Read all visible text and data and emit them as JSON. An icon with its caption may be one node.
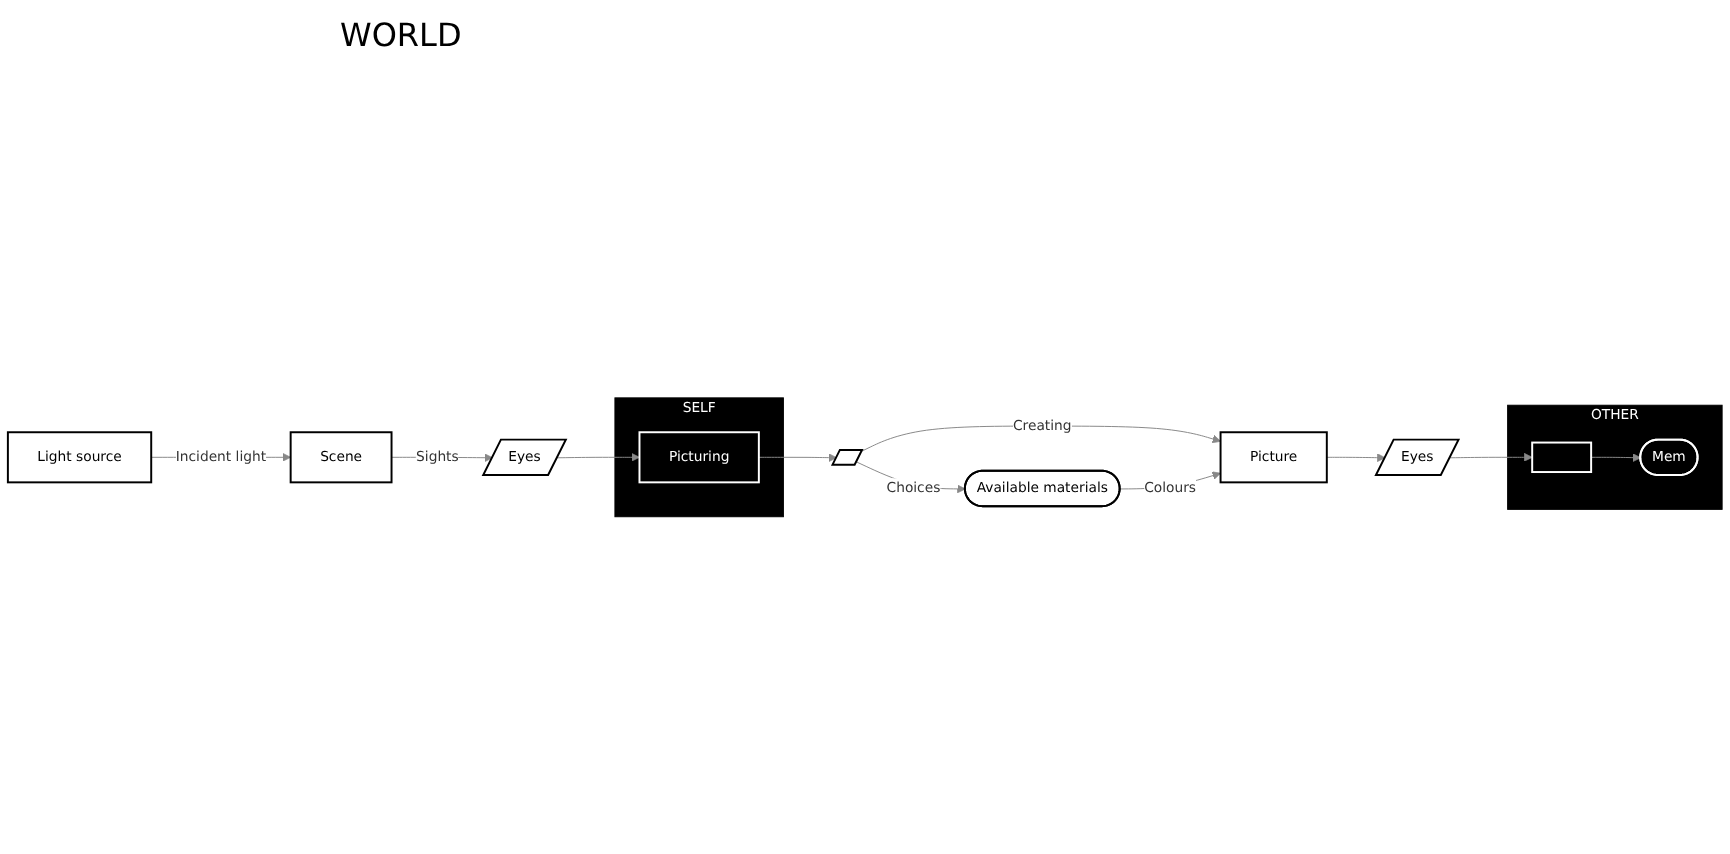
{
  "diagram": {
    "nodes": [
      {
        "text": [
          "Light source"
        ]
      },
      {
        "text": [
          "Scene"
        ]
      },
      {
        "text": [
          "Eyes"
        ]
      },
      {
        "text": [
          "SELF"
        ]
      },
      {
        "text": [
          "Picturing"
        ],
        "in": 3
      },
      {
        "text": [],
        "shape": "parallelogram"
      },
      {
        "text": [
          "Available materials"
        ]
      },
      {
        "text": [
          "Picture"
        ]
      },
      {
        "text": [
          "Eyes"
        ]
      },
      {
        "text": [
          "OTHER"
        ]
      },
      {
        "text": [],
        "shape": "box",
        "in": 9
      },
      {
        "text": [
          "Mem"
        ],
        "in": 9
      }
    ],
    "edges": [
      {
        "from": 0,
        "to": 1,
        "arrow": "to",
        "label": "Incident light"
      },
      {
        "from": 1,
        "to": 2,
        "arrow": "to",
        "label": "Sights"
      },
      {
        "from": 2,
        "to": 4,
        "arrow": "to"
      },
      {
        "from": 4,
        "to": 5,
        "arrow": "to"
      },
      {
        "from": 5,
        "to": 6,
        "arrow": "to",
        "label": "Choices"
      },
      {
        "from": 5,
        "to": 7,
        "arrow": "to",
        "label": "Creating"
      },
      {
        "from": 6,
        "to": 7,
        "arrow": "to",
        "label": "Colours"
      },
      {
        "from": 7,
        "to": 8,
        "arrow": "to"
      },
      {
        "from": 8,
        "to": 10,
        "arrow": "to"
      },
      {
        "from": 10,
        "to": 11,
        "arrow": "to"
      }
    ],
    "labels": [
      "WORLD"
    ]
  }
}
